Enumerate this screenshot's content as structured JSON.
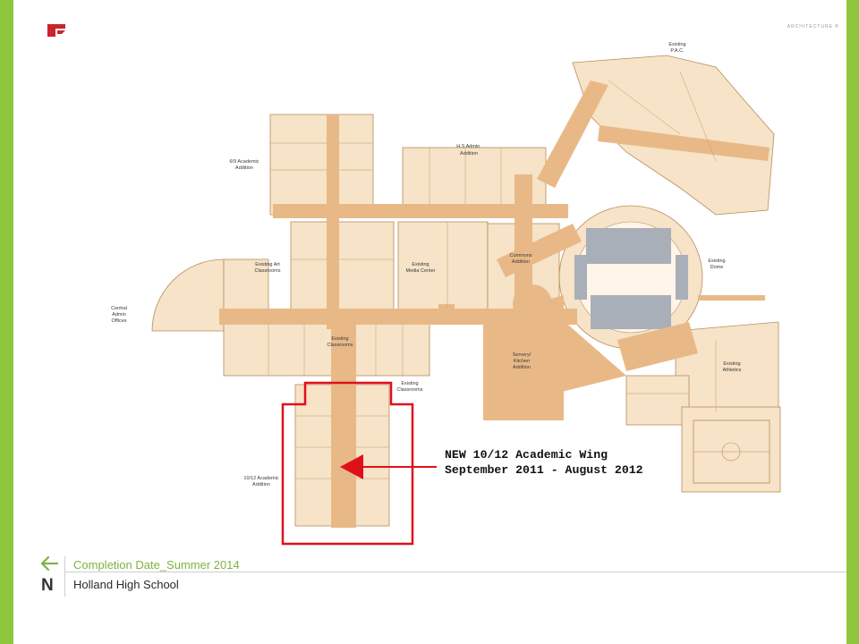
{
  "header": {
    "firm_tag": "ARCHITECTURE ®"
  },
  "floor_plan": {
    "labels": {
      "existing_pac_1": "Existing",
      "existing_pac_2": "P.A.C.",
      "hs_admin_1": "H.S Admin.",
      "hs_admin_2": "Addition",
      "academic_69_1": "6/9 Academic",
      "academic_69_2": "Addition",
      "existing_art_1": "Existing Art",
      "existing_art_2": "Classrooms",
      "media_center_1": "Existing",
      "media_center_2": "Media Center",
      "commons_1": "Commons",
      "commons_2": "Addition",
      "dome_1": "Existing",
      "dome_2": "Dome",
      "central_admin_1": "Central",
      "central_admin_2": "Admin",
      "central_admin_3": "Offices",
      "existing_classrooms_1": "Existing",
      "existing_classrooms_2": "Classrooms",
      "existing_classrooms_b1": "Existing",
      "existing_classrooms_b2": "Classrooms",
      "servery_1": "Servery/",
      "servery_2": "Kitchen",
      "servery_3": "Addition",
      "athletics_1": "Existing",
      "athletics_2": "Athletics",
      "academic_1012_1": "10/12 Academic",
      "academic_1012_2": "Addition"
    },
    "highlight_color": "#e0101a",
    "corridor_color": "#e8b987",
    "room_color": "#f6e3c8"
  },
  "callout": {
    "line1": "NEW 10/12 Academic Wing",
    "line2": "September 2011 - August 2012"
  },
  "footer": {
    "completion": "Completion Date_Summer 2014",
    "school": "Holland High School"
  },
  "colors": {
    "accent_green": "#8fc63f",
    "footer_green": "#7fb241"
  }
}
